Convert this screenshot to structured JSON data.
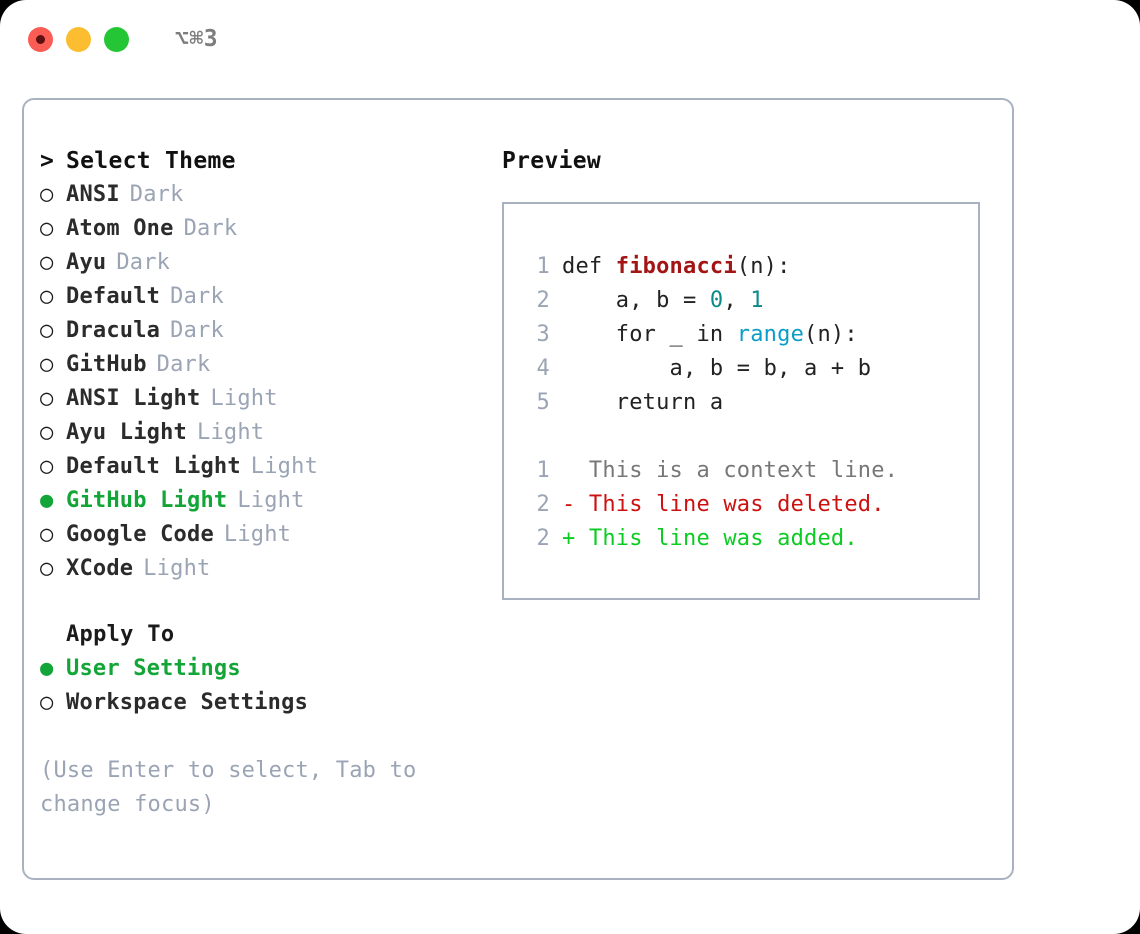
{
  "window": {
    "title": "⌥⌘3",
    "traffic_lights": [
      {
        "name": "close",
        "color": "#fb5c54"
      },
      {
        "name": "minimize",
        "color": "#fcbd30"
      },
      {
        "name": "maximize",
        "color": "#25c636"
      }
    ]
  },
  "theme_picker": {
    "header_marker": ">",
    "header_title": "Select Theme",
    "marker_selected": "●",
    "marker_unselected": "○",
    "items": [
      {
        "name": "ANSI",
        "kind": "Dark",
        "selected": false
      },
      {
        "name": "Atom One",
        "kind": "Dark",
        "selected": false
      },
      {
        "name": "Ayu",
        "kind": "Dark",
        "selected": false
      },
      {
        "name": "Default",
        "kind": "Dark",
        "selected": false
      },
      {
        "name": "Dracula",
        "kind": "Dark",
        "selected": false
      },
      {
        "name": "GitHub",
        "kind": "Dark",
        "selected": false
      },
      {
        "name": "ANSI Light",
        "kind": "Light",
        "selected": false
      },
      {
        "name": "Ayu Light",
        "kind": "Light",
        "selected": false
      },
      {
        "name": "Default Light",
        "kind": "Light",
        "selected": false
      },
      {
        "name": "GitHub Light",
        "kind": "Light",
        "selected": true
      },
      {
        "name": "Google Code",
        "kind": "Light",
        "selected": false
      },
      {
        "name": "XCode",
        "kind": "Light",
        "selected": false
      }
    ]
  },
  "apply_to": {
    "title": "Apply To",
    "options": [
      {
        "name": "User Settings",
        "selected": true
      },
      {
        "name": "Workspace Settings",
        "selected": false
      }
    ]
  },
  "hint": "(Use Enter to select, Tab to change focus)",
  "preview": {
    "label": "Preview",
    "code_lines": [
      {
        "num": "1",
        "tokens": [
          {
            "text": "def ",
            "style": "plain"
          },
          {
            "text": "fibonacci",
            "style": "fn"
          },
          {
            "text": "(n):",
            "style": "plain"
          }
        ]
      },
      {
        "num": "2",
        "tokens": [
          {
            "text": "    a, b = ",
            "style": "plain"
          },
          {
            "text": "0",
            "style": "num"
          },
          {
            "text": ", ",
            "style": "plain"
          },
          {
            "text": "1",
            "style": "num"
          }
        ]
      },
      {
        "num": "3",
        "tokens": [
          {
            "text": "    for _ in ",
            "style": "plain"
          },
          {
            "text": "range",
            "style": "call"
          },
          {
            "text": "(n):",
            "style": "plain"
          }
        ]
      },
      {
        "num": "4",
        "tokens": [
          {
            "text": "        a, b = b, a + b",
            "style": "plain"
          }
        ]
      },
      {
        "num": "5",
        "tokens": [
          {
            "text": "    return a",
            "style": "plain"
          }
        ]
      }
    ],
    "diff_lines": [
      {
        "num": "1",
        "sign": "  ",
        "text": "This is a context line.",
        "kind": "ctx"
      },
      {
        "num": "2",
        "sign": "- ",
        "text": "This line was deleted.",
        "kind": "del"
      },
      {
        "num": "2",
        "sign": "+ ",
        "text": "This line was added.",
        "kind": "add"
      }
    ]
  },
  "colors": {
    "accent_green": "#13a538",
    "muted": "#9aa4b4",
    "border": "#a9b2c0",
    "fn_red": "#a31515",
    "number_teal": "#0b8a8a",
    "call_blue": "#0a9ec7",
    "diff_delete": "#cc1111",
    "diff_add": "#0bcc23",
    "diff_context": "#777777"
  }
}
